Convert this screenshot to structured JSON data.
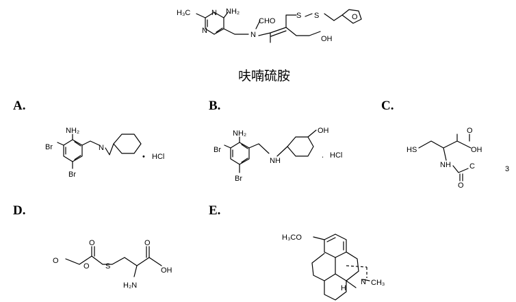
{
  "title": "呋喃硫胺",
  "options": [
    {
      "label": "A.",
      "salt": "HCl",
      "dot": "•"
    },
    {
      "label": "B.",
      "salt": "HCl",
      "dot": "."
    },
    {
      "label": "C."
    },
    {
      "label": "D."
    },
    {
      "label": "E."
    }
  ],
  "atoms": {
    "furs": {
      "ch3": "H₃C",
      "nh2": "NH₂",
      "n1": "N",
      "n2": "N",
      "n3": "N",
      "cho": "CHO",
      "s1": "S",
      "s2": "S",
      "oh": "OH",
      "o": "O"
    },
    "a": {
      "nh2": "NH₂",
      "br1": "Br",
      "br2": "Br",
      "n": "N"
    },
    "b": {
      "nh2": "NH₂",
      "br1": "Br",
      "br2": "Br",
      "nh": "N",
      "h": "H",
      "oh": "OH"
    },
    "c": {
      "hs": "HS",
      "oh": "OH",
      "o": "O",
      "nh": "N",
      "h": "H",
      "o2": "O",
      "sub3": "3"
    },
    "d": {
      "o1": "O",
      "o2": "O",
      "s": "S",
      "oh": "OH",
      "o3": "O",
      "nh2": "H₂N"
    },
    "e": {
      "h3co": "H₃CO",
      "n": "N",
      "ch3": "CH₃",
      "h": "H"
    }
  }
}
